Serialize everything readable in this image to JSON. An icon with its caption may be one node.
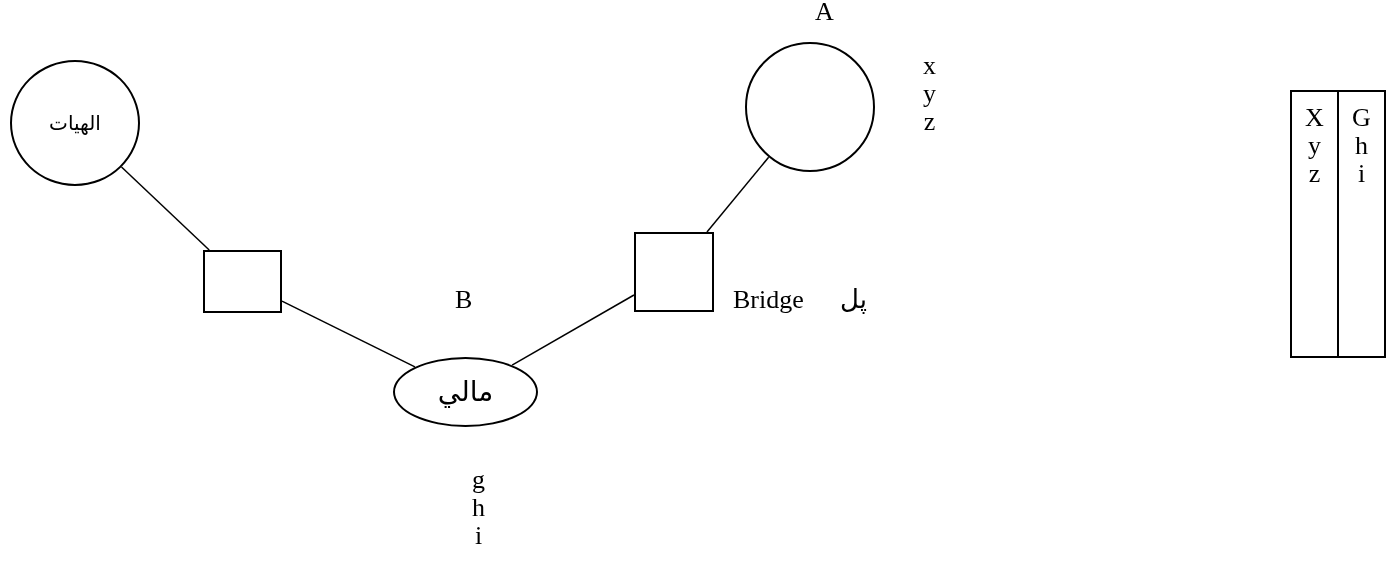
{
  "diagram": {
    "nodes": [
      {
        "text": [
          "الهيات"
        ]
      },
      {
        "text": [],
        "shape": "box"
      },
      {
        "text": [
          "مالي"
        ],
        "beside": [
          "B",
          "g h i"
        ]
      },
      {
        "text": [],
        "shape": "box",
        "beside": [
          "Bridge",
          "پل"
        ]
      },
      {
        "text": [],
        "shape": "circle",
        "beside": [
          "A",
          "x y z"
        ]
      },
      {
        "text": [
          "X y z"
        ]
      },
      {
        "text": [
          "G h i"
        ]
      }
    ],
    "edges": [
      {
        "from": 0,
        "to": 1,
        "arrow": "none"
      },
      {
        "from": 1,
        "to": 2,
        "arrow": "none"
      },
      {
        "from": 2,
        "to": 3,
        "arrow": "none"
      },
      {
        "from": 3,
        "to": 4,
        "arrow": "none"
      }
    ]
  }
}
